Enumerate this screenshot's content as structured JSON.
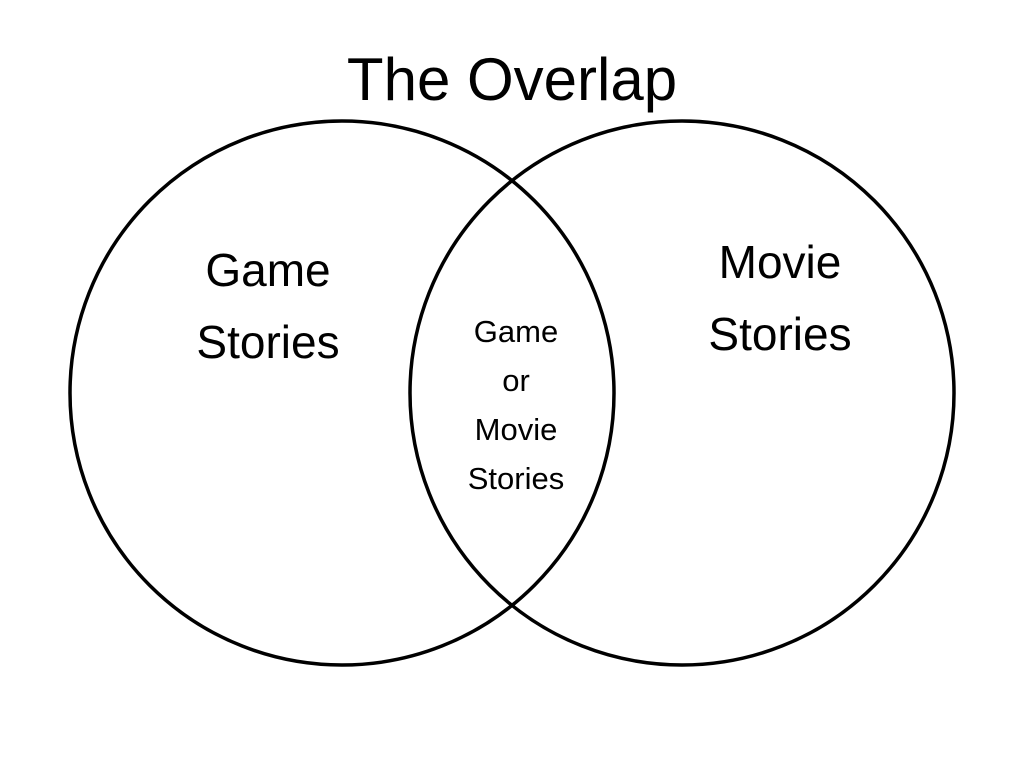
{
  "title": "The Overlap",
  "left_set": {
    "lines": [
      "Game",
      "Stories"
    ]
  },
  "right_set": {
    "lines": [
      "Movie",
      "Stories"
    ]
  },
  "intersection": {
    "lines": [
      "Game",
      "or",
      "Movie",
      "Stories"
    ]
  },
  "colors": {
    "background": "#ffffff",
    "stroke": "#000000",
    "text": "#000000"
  }
}
